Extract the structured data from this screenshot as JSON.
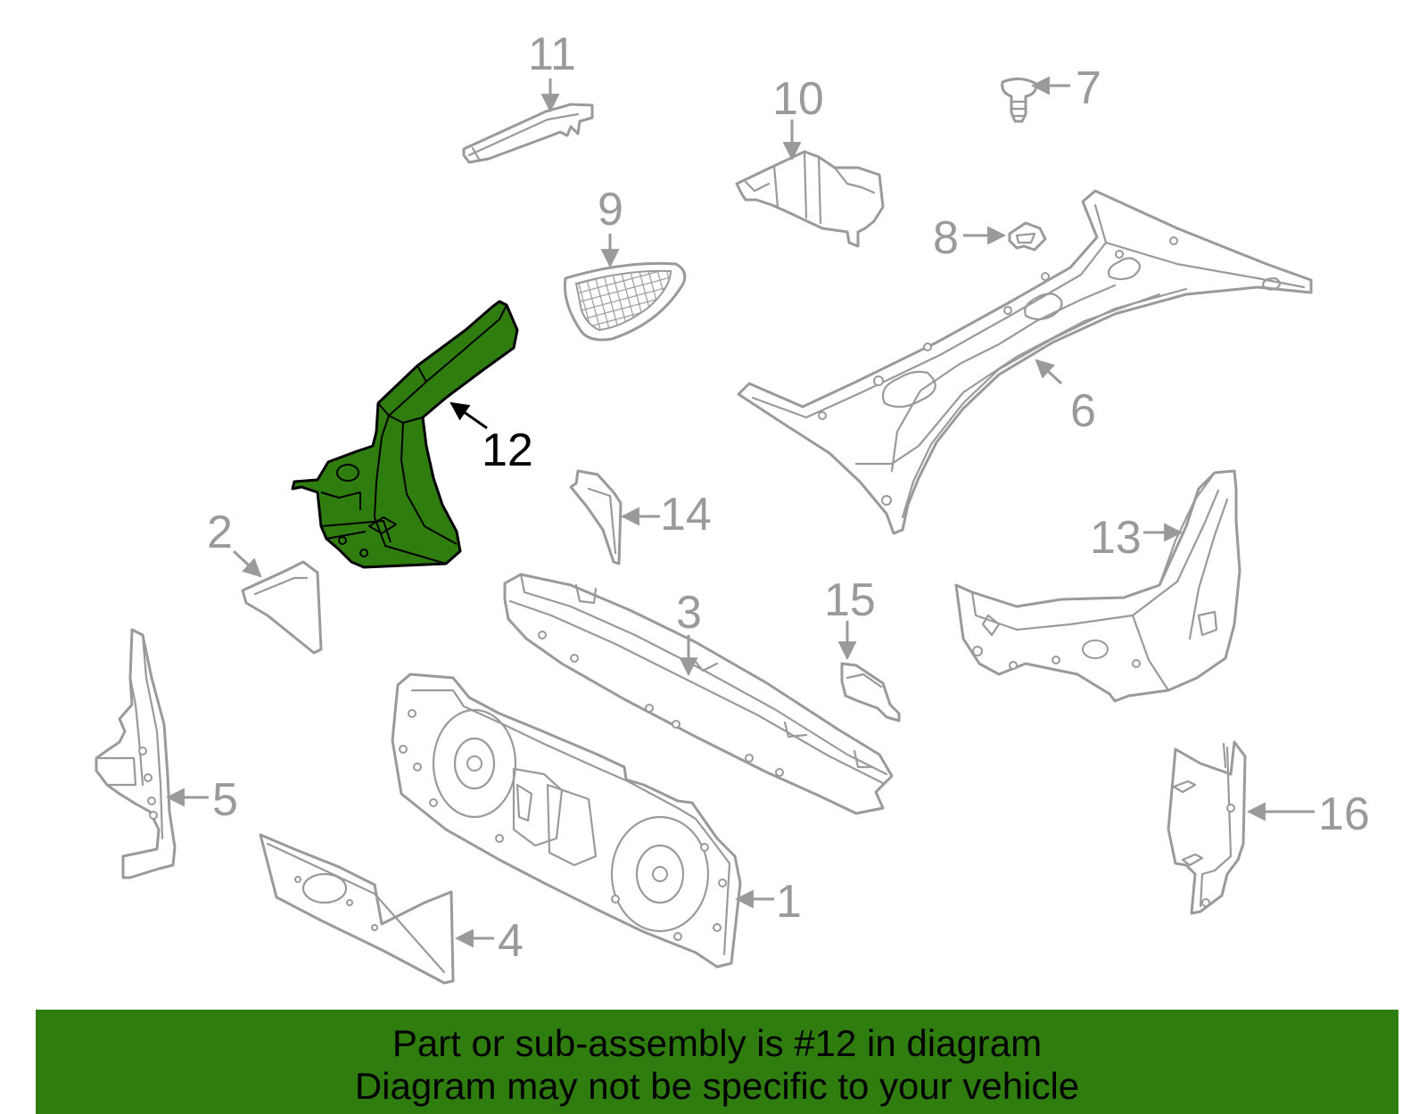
{
  "colors": {
    "highlight": "#2f7d0e",
    "banner": "#2f7d0e",
    "line": "#9a9a9a",
    "highlight_outline": "#000000"
  },
  "highlighted_part": "12",
  "callouts": {
    "p1": "1",
    "p2": "2",
    "p3": "3",
    "p4": "4",
    "p5": "5",
    "p6": "6",
    "p7": "7",
    "p8": "8",
    "p9": "9",
    "p10": "10",
    "p11": "11",
    "p12": "12",
    "p13": "13",
    "p14": "14",
    "p15": "15",
    "p16": "16"
  },
  "banner": {
    "line1": "Part or sub-assembly is #12 in diagram",
    "line2": "Diagram may not be specific to your vehicle"
  }
}
